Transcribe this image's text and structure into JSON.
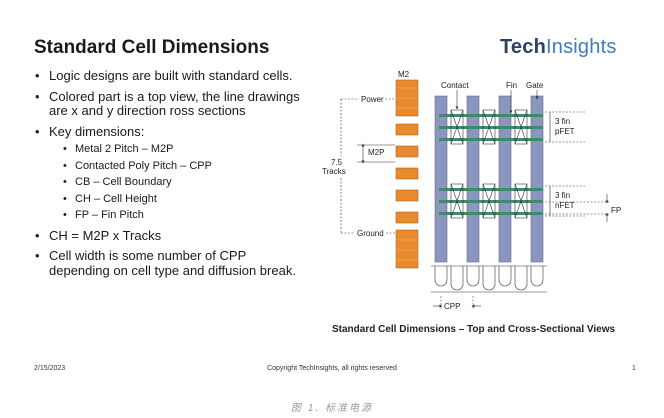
{
  "slide": {
    "title": "Standard Cell Dimensions",
    "logo": {
      "part1": "Tech",
      "part2": "Insights"
    },
    "bullets": [
      {
        "text": "Logic designs are built with standard cells."
      },
      {
        "text": "Colored part is a top view, the line drawings are x and y direction ross sections"
      },
      {
        "text": "Key dimensions:",
        "sub": [
          "Metal 2 Pitch – M2P",
          "Contacted Poly Pitch – CPP",
          "CB – Cell Boundary",
          "CH – Cell Height",
          "FP – Fin Pitch"
        ]
      },
      {
        "text": "CH = M2P x Tracks"
      },
      {
        "text": "Cell width is some number of CPP depending on cell type and diffusion break."
      }
    ],
    "diagram": {
      "labels": {
        "m2": "M2",
        "power": "Power",
        "m2p": "M2P",
        "tracks_num": "7.5",
        "tracks": "Tracks",
        "ground": "Ground",
        "contact": "Contact",
        "fin": "Fin",
        "gate": "Gate",
        "pfet_a": "3 fin",
        "pfet_b": "pFET",
        "nfet_a": "3 fin",
        "nfet_b": "nFET",
        "fp": "FP",
        "cpp": "CPP"
      },
      "caption_bold": "Standard Cell Dimensions",
      "caption_rest": " – Top and Cross-Sectional Views"
    },
    "footer": {
      "date": "2/15/2023",
      "copyright": "Copyright TechInsights, all rights reserved",
      "page": "1"
    }
  },
  "figure_caption": "图 1. 标准电源",
  "colors": {
    "metal": "#e88a2e",
    "gate": "#8a96bd",
    "fin": "#3e8a6a",
    "logo_dark": "#2f3f66",
    "logo_light": "#3a7ec2"
  }
}
